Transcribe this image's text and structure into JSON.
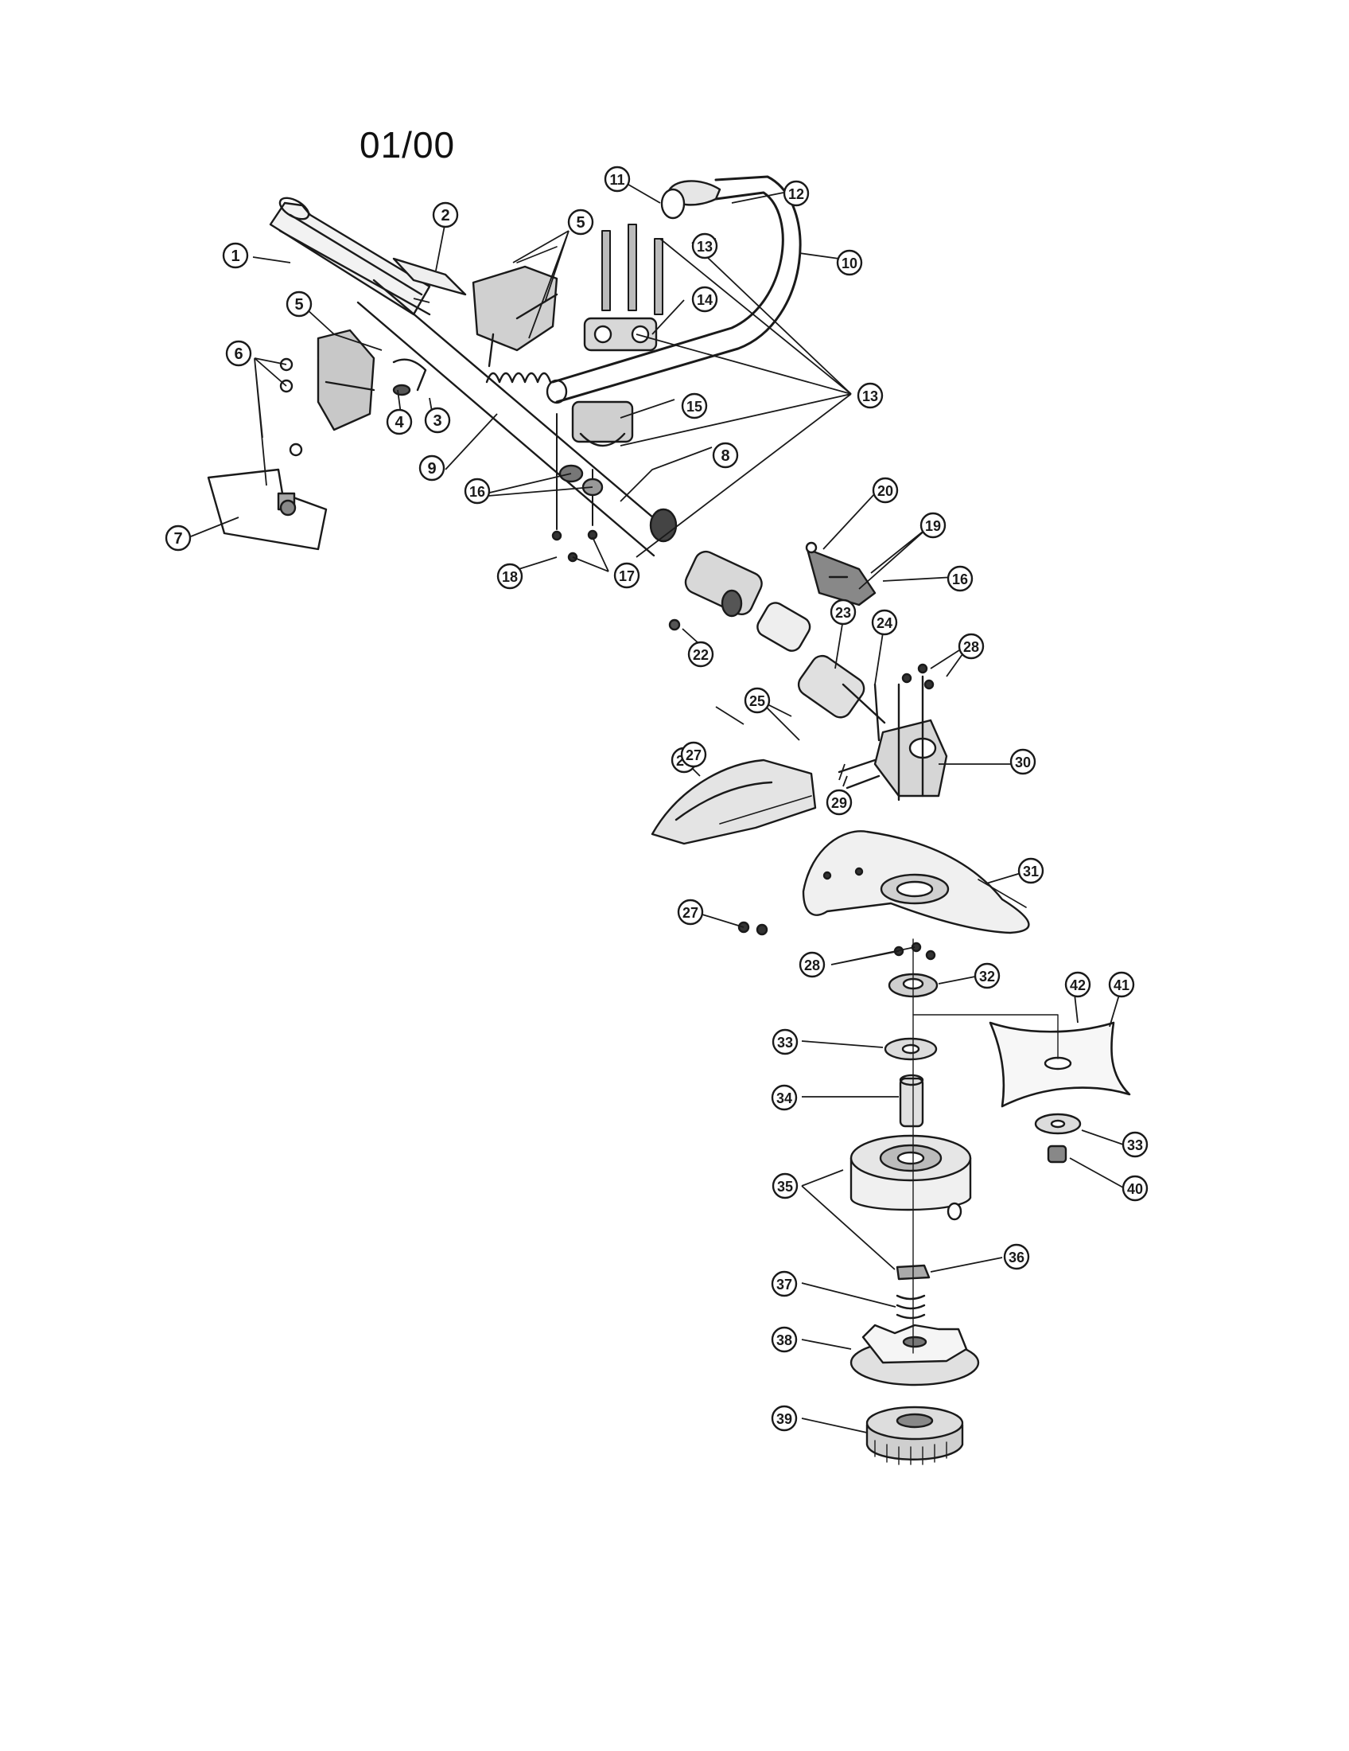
{
  "diagram": {
    "date_code": "01/00",
    "callouts": [
      "1",
      "2",
      "3",
      "4",
      "5",
      "5",
      "6",
      "7",
      "8",
      "9",
      "10",
      "11",
      "12",
      "13",
      "13",
      "14",
      "15",
      "16",
      "16",
      "17",
      "18",
      "19",
      "20",
      "22",
      "23",
      "24",
      "25",
      "26",
      "27",
      "27",
      "28",
      "28",
      "29",
      "30",
      "31",
      "32",
      "33",
      "33",
      "34",
      "35",
      "36",
      "37",
      "38",
      "39",
      "40",
      "41",
      "42"
    ]
  },
  "colors": {
    "ink": "#1a1a1a",
    "paper": "#ffffff",
    "shade": "#9a9a9a"
  }
}
